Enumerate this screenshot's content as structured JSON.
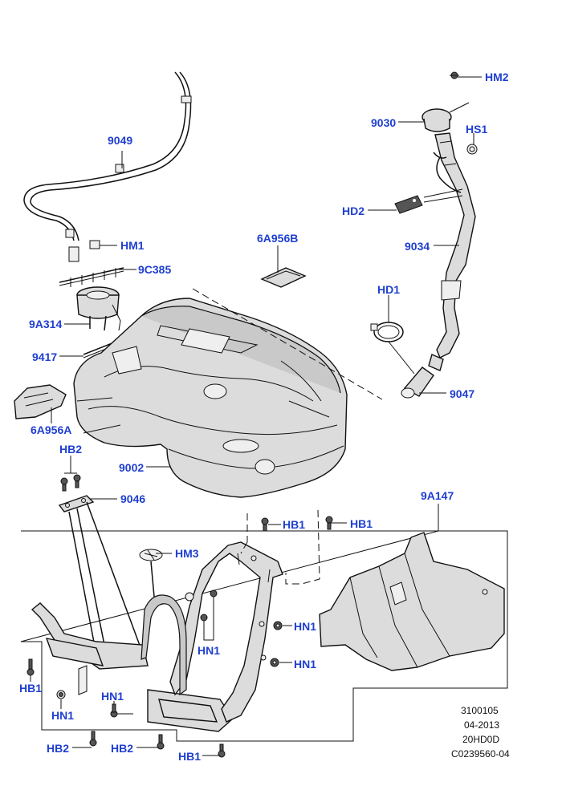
{
  "labels": {
    "hm2": "HM2",
    "c9030": "9030",
    "hs1": "HS1",
    "c9049": "9049",
    "hd2": "HD2",
    "c6a956b": "6A956B",
    "c9034": "9034",
    "hm1": "HM1",
    "c9c385": "9C385",
    "hd1": "HD1",
    "c9a314": "9A314",
    "c9417": "9417",
    "c9047": "9047",
    "c6a956a": "6A956A",
    "hb2_top": "HB2",
    "c9002": "9002",
    "c9046": "9046",
    "c9a147": "9A147",
    "hb1_mid1": "HB1",
    "hb1_mid2": "HB1",
    "hm3": "HM3",
    "hn1_right1": "HN1",
    "hn1_center": "HN1",
    "hn1_right2": "HN1",
    "hb1_left": "HB1",
    "hn1_low1": "HN1",
    "hn1_low2": "HN1",
    "hb2_low1": "HB2",
    "hb2_low2": "HB2",
    "hb1_bottom": "HB1"
  },
  "stamp": {
    "line1": "3100105",
    "line2": "04-2013",
    "line3": "20HD0D",
    "line4": "C0239560-04"
  },
  "colors": {
    "label": "#1f3fd0",
    "line": "#111111",
    "fill": "#dcdcdc"
  }
}
